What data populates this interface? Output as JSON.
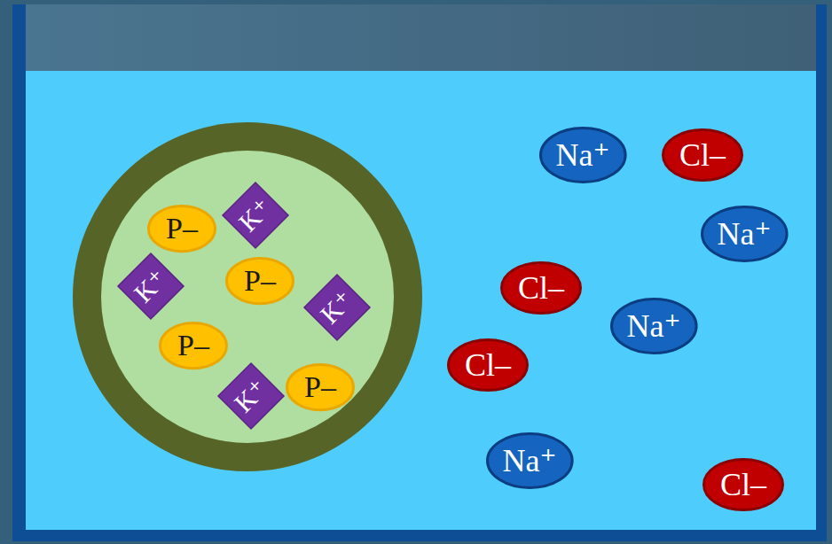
{
  "diagram": {
    "nodes": [
      {
        "text": [
          "Na⁺"
        ]
      },
      {
        "text": [
          "Cl–"
        ]
      },
      {
        "text": [
          "K⁺"
        ]
      },
      {
        "text": [
          "P–"
        ]
      },
      {
        "text": [
          "Na⁺"
        ]
      },
      {
        "text": [
          "P–"
        ]
      },
      {
        "text": [
          "K⁺"
        ]
      },
      {
        "text": [
          "Cl–"
        ]
      },
      {
        "text": [
          "K⁺"
        ]
      },
      {
        "text": [
          "Na⁺"
        ]
      },
      {
        "text": [
          "P–"
        ]
      },
      {
        "text": [
          "Cl–"
        ]
      },
      {
        "text": [
          "P–"
        ]
      },
      {
        "text": [
          "K⁺"
        ]
      },
      {
        "text": [
          "Na⁺"
        ]
      },
      {
        "text": [
          "Cl–"
        ]
      }
    ]
  }
}
